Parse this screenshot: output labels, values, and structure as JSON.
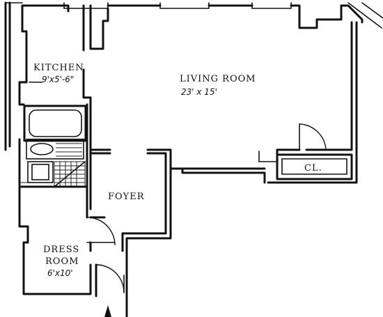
{
  "rooms": {
    "kitchen": {
      "name": "KITCHEN",
      "dims": "9'x5'-6\""
    },
    "living": {
      "name": "LIVING ROOM",
      "dims": "23' x 15'"
    },
    "closet": {
      "name": "CL."
    },
    "foyer": {
      "name": "FOYER"
    },
    "dress": {
      "name_line1": "DRESS",
      "name_line2": "ROOM",
      "dims": "6'x10'"
    }
  },
  "icons": {
    "entrance": "entrance-arrow-icon",
    "tub": "bathtub-icon",
    "sink": "sink-icon",
    "stairs": "stairs-icon"
  }
}
